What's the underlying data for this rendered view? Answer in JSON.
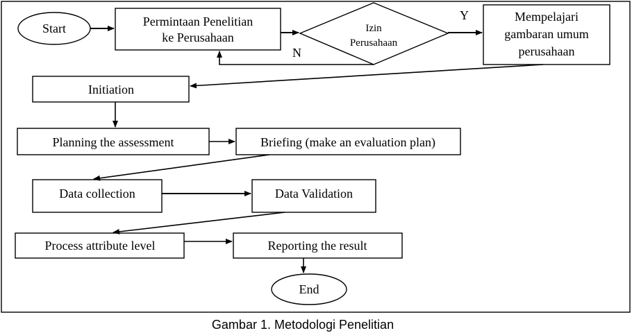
{
  "nodes": {
    "start": "Start",
    "permintaan": [
      "Permintaan Penelitian",
      "ke Perusahaan"
    ],
    "izin": [
      "Izin",
      "Perusahaan"
    ],
    "mempelajari": [
      "Mempelajari",
      "gambaran umum",
      "perusahaan"
    ],
    "initiation": "Initiation",
    "planning": "Planning the assessment",
    "briefing": "Briefing (make an evaluation plan)",
    "data_collection": "Data collection",
    "data_validation": "Data Validation",
    "process_attribute": "Process attribute level",
    "reporting": "Reporting the result",
    "end": "End"
  },
  "labels": {
    "yes": "Y",
    "no": "N"
  },
  "caption": "Gambar 1. Metodologi Penelitian"
}
